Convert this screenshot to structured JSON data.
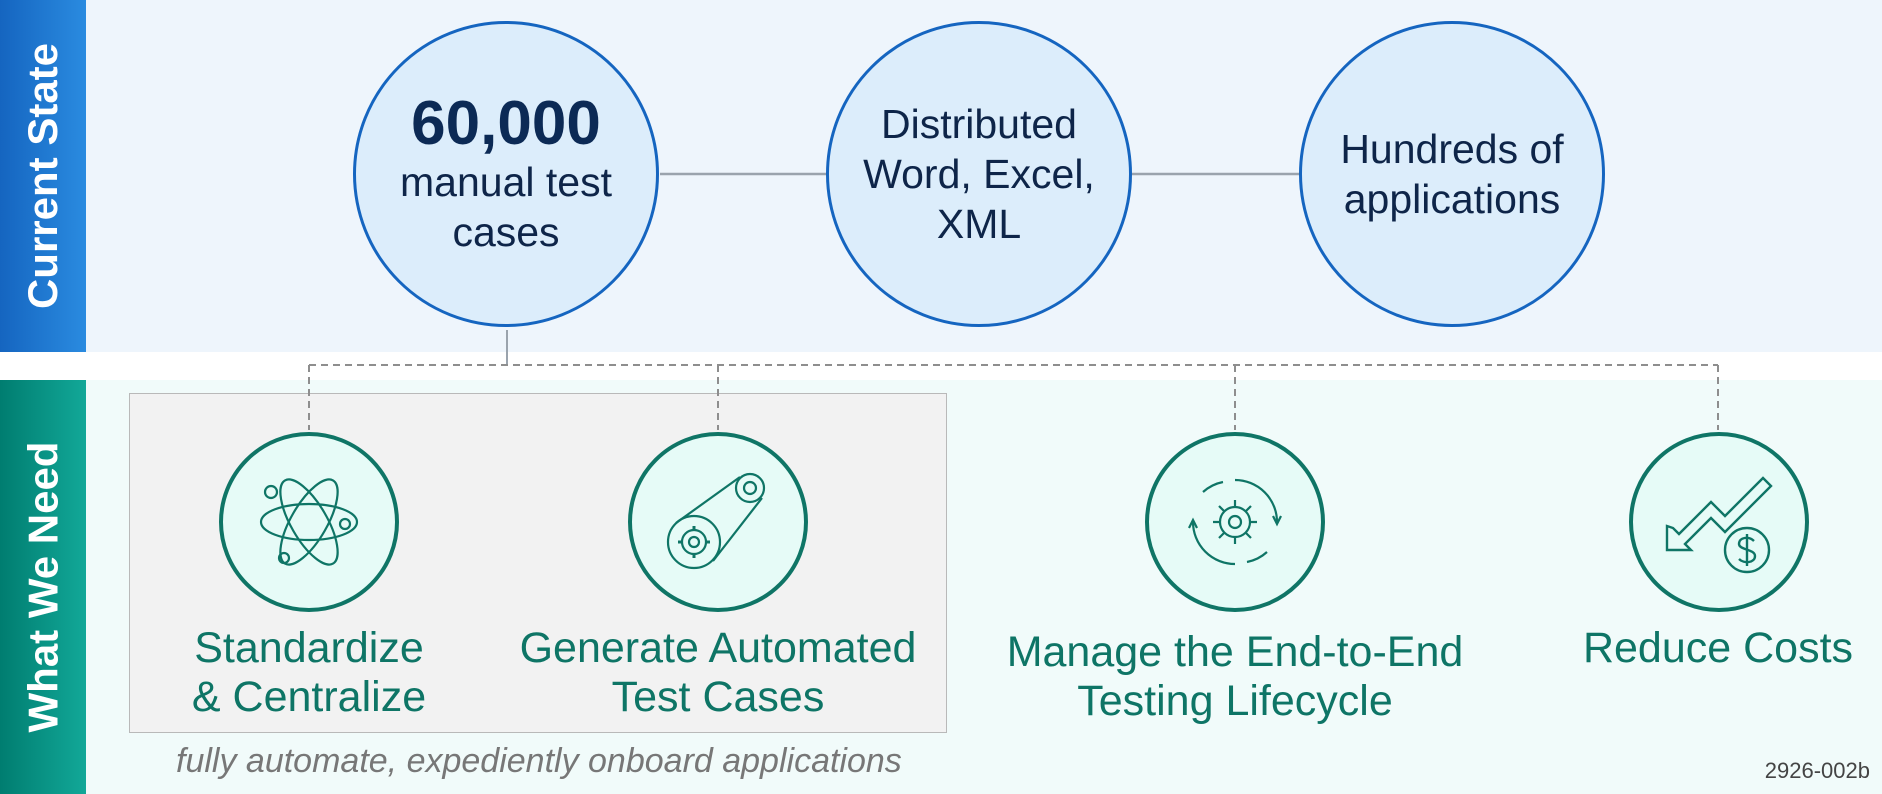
{
  "sections": {
    "current_state_label": "Current State",
    "what_we_need_label": "What We Need"
  },
  "current_state": {
    "items": [
      {
        "highlight": "60,000",
        "text_lines": [
          "manual test",
          "cases"
        ]
      },
      {
        "text_lines": [
          "Distributed",
          "Word, Excel,",
          "XML"
        ]
      },
      {
        "text_lines": [
          "Hundreds of",
          "applications"
        ]
      }
    ]
  },
  "needs": {
    "items": [
      {
        "icon": "atom-icon",
        "lines": [
          "Standardize",
          "& Centralize"
        ]
      },
      {
        "icon": "gear-belt-icon",
        "lines": [
          "Generate Automated",
          "Test Cases"
        ]
      },
      {
        "icon": "gear-cycle-icon",
        "lines": [
          "Manage the End-to-End",
          "Testing Lifecycle"
        ]
      },
      {
        "icon": "cost-down-icon",
        "lines": [
          "Reduce Costs"
        ]
      }
    ],
    "group_caption": "fully automate, expediently onboard applications"
  },
  "figure_code": "2926-002b",
  "colors": {
    "blue_primary": "#1565c0",
    "blue_fill": "#dcedfb",
    "teal_primary": "#0f7566",
    "teal_fill": "#e6fbf7"
  }
}
